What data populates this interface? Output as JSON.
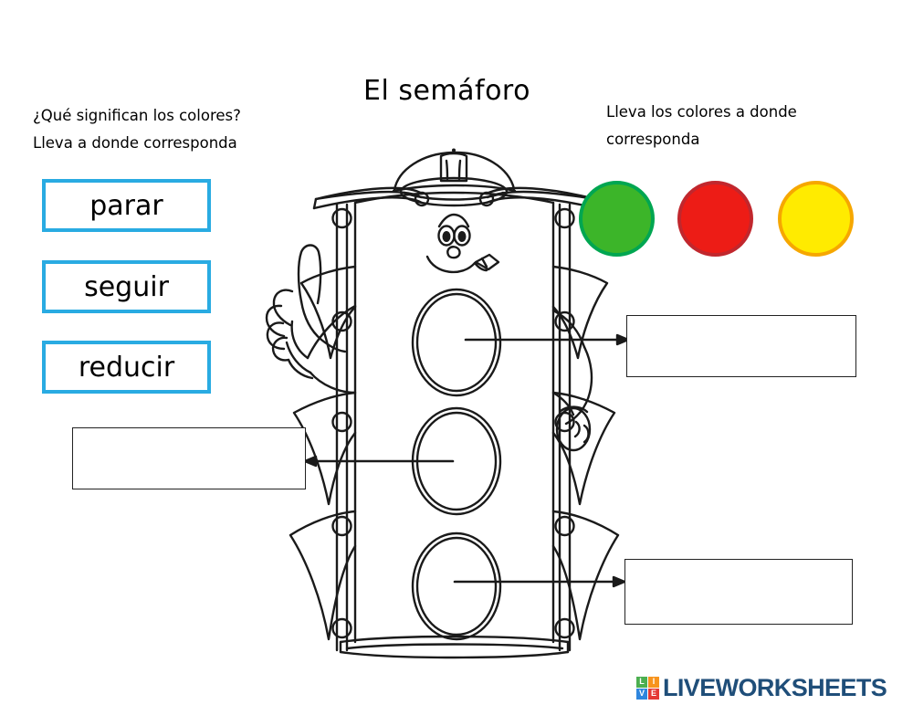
{
  "page": {
    "title": "El semáforo",
    "background_color": "#ffffff"
  },
  "instructions": {
    "left_line1": "¿Qué significan los colores?",
    "left_line2": "Lleva a donde corresponda",
    "right": "Lleva los colores a donde corresponda"
  },
  "word_cards": {
    "border_color": "#29abe2",
    "items": [
      {
        "label": "parar"
      },
      {
        "label": "seguir"
      },
      {
        "label": "reducir"
      }
    ]
  },
  "color_dots": [
    {
      "name": "green",
      "fill": "#3cb529",
      "stroke": "#00a651"
    },
    {
      "name": "red",
      "fill": "#ed1c16",
      "stroke": "#c1272d"
    },
    {
      "name": "yellow",
      "fill": "#ffeb00",
      "stroke": "#f6a700"
    }
  ],
  "answer_boxes": [
    {
      "name": "top-right-answer",
      "value": "",
      "placeholder": ""
    },
    {
      "name": "middle-left-answer",
      "value": "",
      "placeholder": ""
    },
    {
      "name": "bottom-right-answer",
      "value": "",
      "placeholder": ""
    }
  ],
  "illustration": {
    "name": "traffic-light-police-character",
    "description": "Cartoon traffic light with police hat, smiling face, whistle and a pointing hand",
    "line_color": "#1a1a1a"
  },
  "footer": {
    "logo_word": "LIVEWORKSHEETS",
    "logo_letters": [
      {
        "letter": "L",
        "color": "#4caf50"
      },
      {
        "letter": "I",
        "color": "#f7941e"
      },
      {
        "letter": "V",
        "color": "#2e86de"
      },
      {
        "letter": "E",
        "color": "#e53935"
      }
    ],
    "word_color": "#1f4e79"
  }
}
